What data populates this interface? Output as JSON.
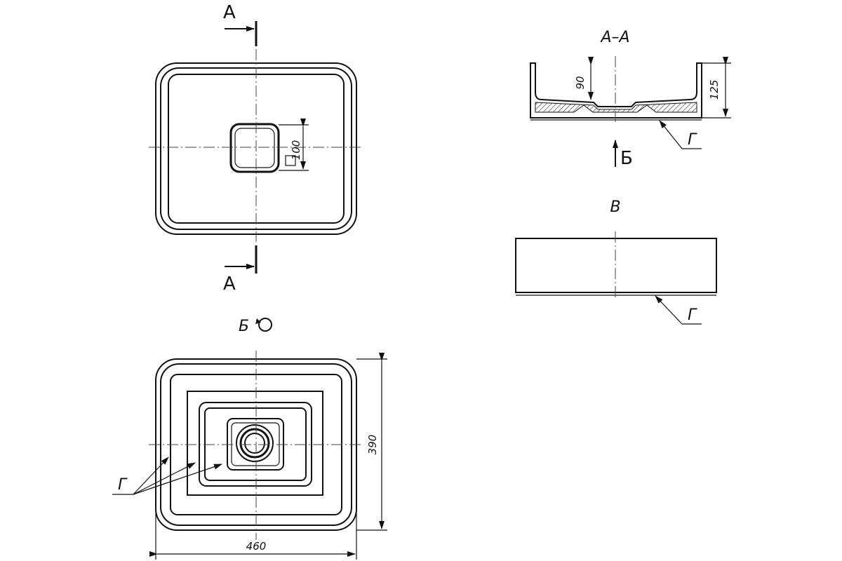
{
  "labels": {
    "section_mark_top": "А",
    "section_mark_bottom": "А",
    "section_title": "А–А",
    "view_b_arrow": "Б",
    "view_v_title": "В",
    "view_b_title": "Б",
    "surface_note": "Г"
  },
  "dimensions": {
    "drain_size": "100",
    "depth_inner": "90",
    "height_total": "125",
    "width": "460",
    "length": "390"
  }
}
